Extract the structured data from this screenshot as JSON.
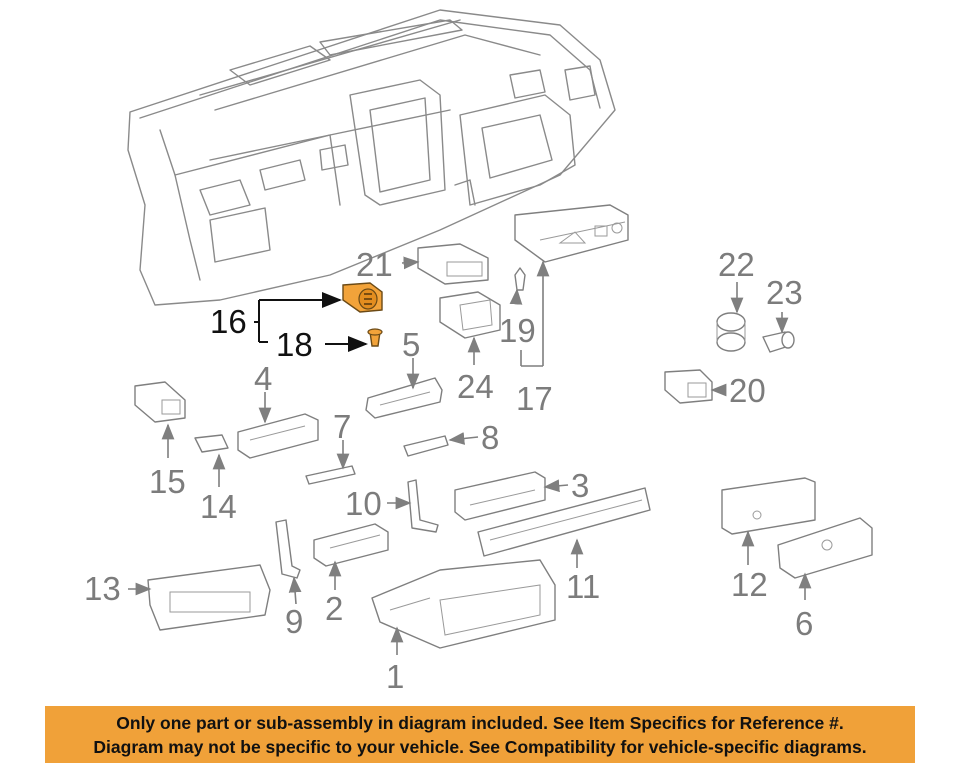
{
  "diagram": {
    "callouts": [
      {
        "id": "c1",
        "text": "1"
      },
      {
        "id": "c2",
        "text": "2"
      },
      {
        "id": "c3",
        "text": "3"
      },
      {
        "id": "c4",
        "text": "4"
      },
      {
        "id": "c5",
        "text": "5"
      },
      {
        "id": "c6",
        "text": "6"
      },
      {
        "id": "c7",
        "text": "7"
      },
      {
        "id": "c8",
        "text": "8"
      },
      {
        "id": "c9",
        "text": "9"
      },
      {
        "id": "c10",
        "text": "10"
      },
      {
        "id": "c11",
        "text": "11"
      },
      {
        "id": "c12",
        "text": "12"
      },
      {
        "id": "c13",
        "text": "13"
      },
      {
        "id": "c14",
        "text": "14"
      },
      {
        "id": "c15",
        "text": "15"
      },
      {
        "id": "c16",
        "text": "16"
      },
      {
        "id": "c17",
        "text": "17"
      },
      {
        "id": "c18",
        "text": "18"
      },
      {
        "id": "c19",
        "text": "19"
      },
      {
        "id": "c20",
        "text": "20"
      },
      {
        "id": "c21",
        "text": "21"
      },
      {
        "id": "c22",
        "text": "22"
      },
      {
        "id": "c23",
        "text": "23"
      },
      {
        "id": "c24",
        "text": "24"
      }
    ],
    "highlighted_parts": [
      "16",
      "18"
    ],
    "highlight_color": "#f2a33a"
  },
  "banner": {
    "line1": "Only one part or sub-assembly in diagram included. See Item Specifics for Reference #.",
    "line2": "Diagram may not be specific to your vehicle. See Compatibility for vehicle-specific diagrams.",
    "background_color": "#f0a139"
  }
}
